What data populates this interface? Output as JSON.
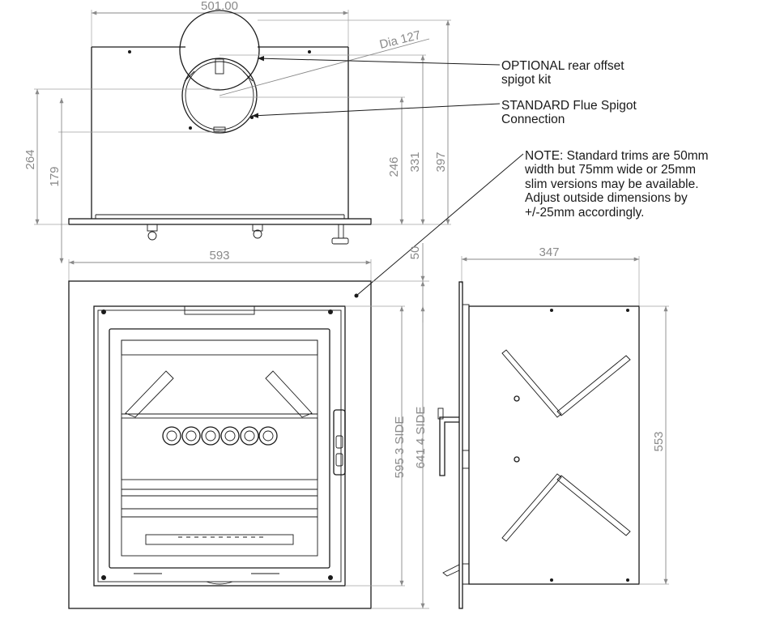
{
  "dimensions": {
    "top_width": "501.00",
    "flue_diameter": "Dia 127",
    "h264": "264",
    "h179": "179",
    "h246": "246",
    "h331": "331",
    "h397": "397",
    "front_width": "593",
    "trim_width": "50",
    "side_depth": "347",
    "height_3side": "595  3 SIDE",
    "height_4side": "641  4 SIDE",
    "side_height": "553"
  },
  "callouts": {
    "optional_line1": "OPTIONAL rear offset",
    "optional_line2": "spigot kit",
    "standard_line1": "STANDARD Flue Spigot",
    "standard_line2": "Connection"
  },
  "note": {
    "line1": "NOTE: Standard trims are 50mm",
    "line2": "width but 75mm wide or 25mm",
    "line3": "slim versions may be available.",
    "line4": "Adjust outside dimensions by",
    "line5": " +/-25mm accordingly."
  }
}
